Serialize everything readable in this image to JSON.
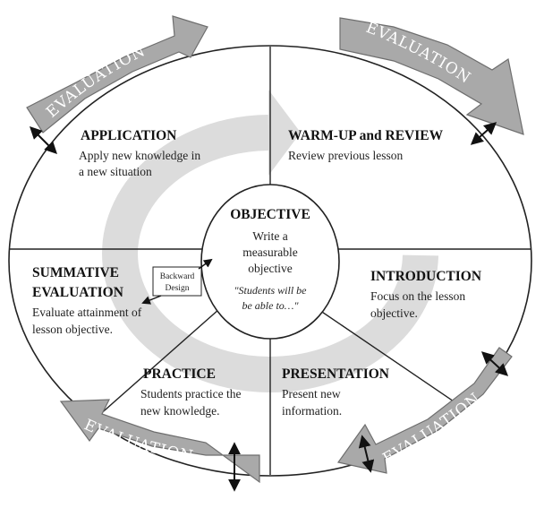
{
  "colors": {
    "band": "#dcdcdc",
    "arrow_fill": "#a9a9a9",
    "arrow_stroke": "#6e6e6e",
    "line": "#222222",
    "text": "#111111"
  },
  "evaluation_label": "EVALUATION",
  "center": {
    "title": "OBJECTIVE",
    "line1": "Write a",
    "line2": "measurable",
    "line3": "objective",
    "quote1": "\"Students will be",
    "quote2": "be able to…\""
  },
  "sections": {
    "application": {
      "title": "APPLICATION",
      "line1": "Apply new knowledge in",
      "line2": "a new situation"
    },
    "warmup": {
      "title": "WARM-UP and REVIEW",
      "line1": "Review previous lesson"
    },
    "summative": {
      "title1": "SUMMATIVE",
      "title2": "EVALUATION",
      "line1": "Evaluate attainment of",
      "line2": "lesson objective."
    },
    "introduction": {
      "title": "INTRODUCTION",
      "line1": "Focus on the lesson",
      "line2": "objective."
    },
    "practice": {
      "title": "PRACTICE",
      "line1": "Students practice the",
      "line2": "new knowledge."
    },
    "presentation": {
      "title": "PRESENTATION",
      "line1": "Present new",
      "line2": "information."
    }
  },
  "backward_design": {
    "line1": "Backward",
    "line2": "Design"
  }
}
